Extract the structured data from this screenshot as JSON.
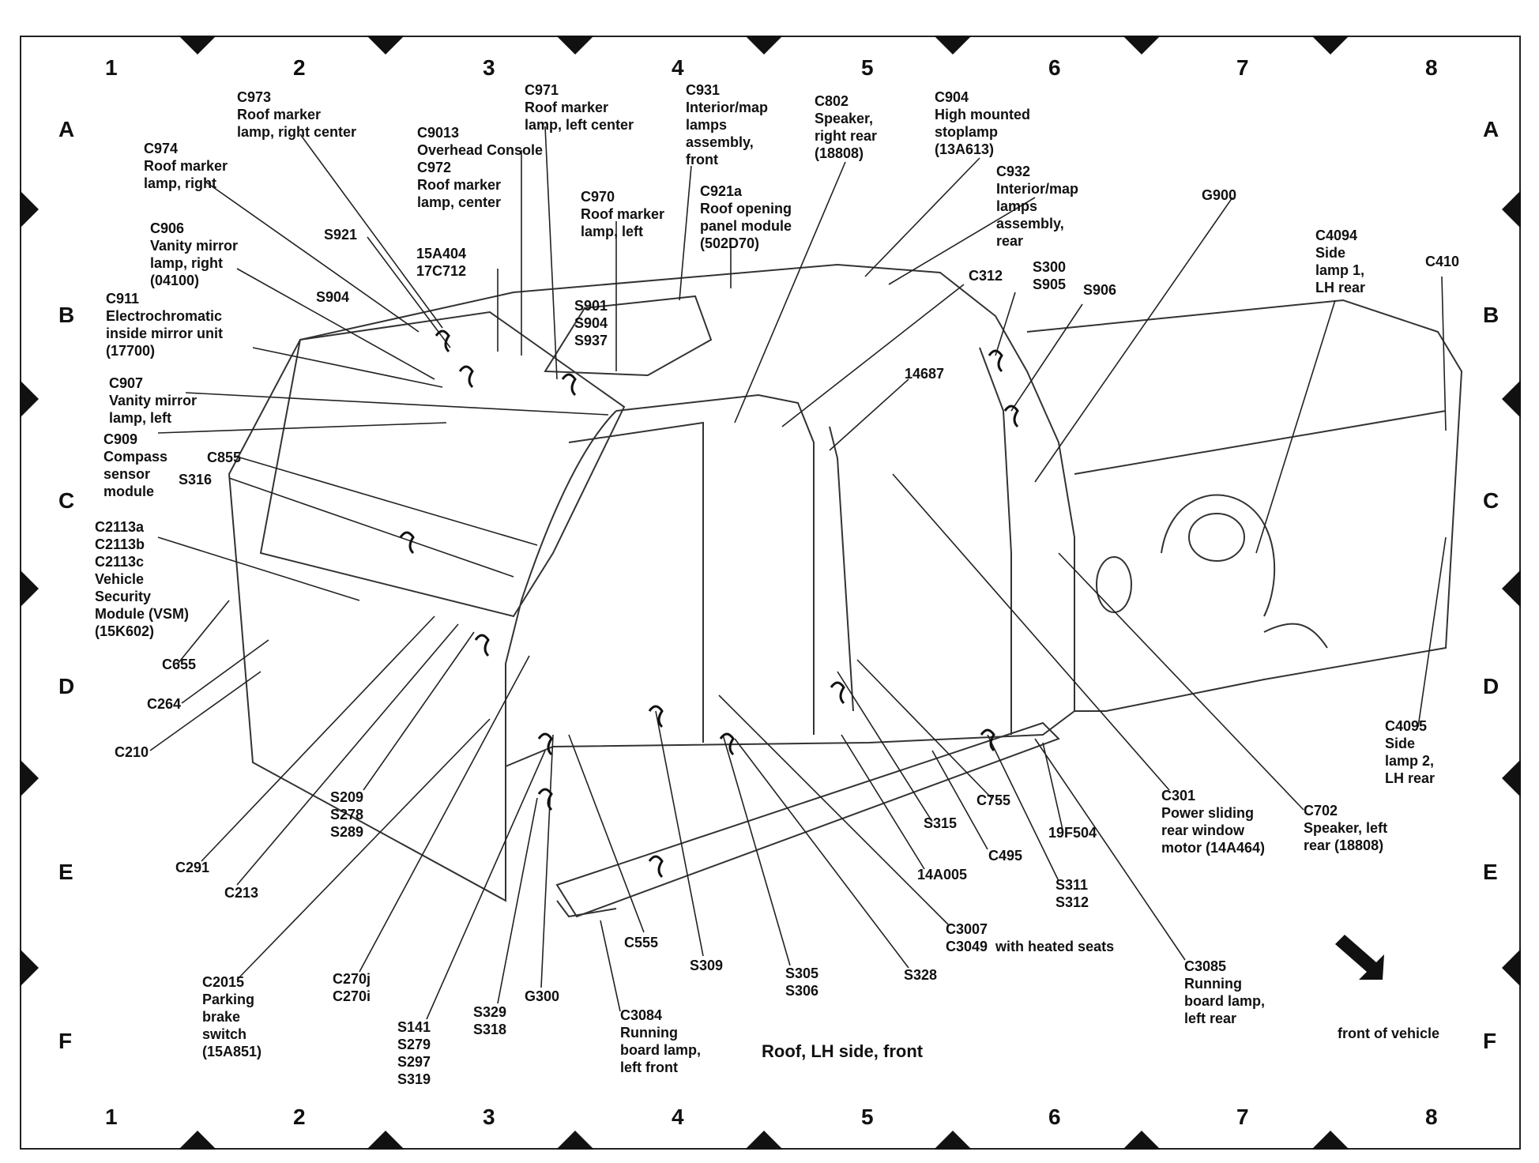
{
  "grid": {
    "columns": [
      "1",
      "2",
      "3",
      "4",
      "5",
      "6",
      "7",
      "8"
    ],
    "rows": [
      "A",
      "B",
      "C",
      "D",
      "E",
      "F"
    ]
  },
  "title": "Roof, LH side, front",
  "orientation_note": "front of vehicle",
  "callouts": [
    {
      "id": "c973",
      "text": "C973\nRoof marker\nlamp, right center"
    },
    {
      "id": "c971",
      "text": "C971\nRoof marker\nlamp, left center"
    },
    {
      "id": "c931",
      "text": "C931\nInterior/map\nlamps\nassembly,\nfront"
    },
    {
      "id": "c802",
      "text": "C802\nSpeaker,\nright rear\n(18808)"
    },
    {
      "id": "c904",
      "text": "C904\nHigh mounted\nstoplamp\n(13A613)"
    },
    {
      "id": "c974",
      "text": "C974\nRoof marker\nlamp, right"
    },
    {
      "id": "c9013",
      "text": "C9013\nOverhead Console\nC972\nRoof marker\nlamp, center"
    },
    {
      "id": "c970",
      "text": "C970\nRoof marker\nlamp, left"
    },
    {
      "id": "c921a",
      "text": "C921a\nRoof opening\npanel module\n(502D70)"
    },
    {
      "id": "c932",
      "text": "C932\nInterior/map\nlamps\nassembly,\nrear"
    },
    {
      "id": "g900",
      "text": "G900"
    },
    {
      "id": "c906",
      "text": "C906\nVanity mirror\nlamp, right\n(04100)"
    },
    {
      "id": "s921",
      "text": "S921"
    },
    {
      "id": "15a404",
      "text": "15A404\n17C712"
    },
    {
      "id": "c4094",
      "text": "C4094\nSide\nlamp 1,\nLH rear"
    },
    {
      "id": "c410",
      "text": "C410"
    },
    {
      "id": "c312",
      "text": "C312"
    },
    {
      "id": "s300",
      "text": "S300\nS905"
    },
    {
      "id": "s906",
      "text": "S906"
    },
    {
      "id": "c911",
      "text": "C911\nElectrochromatic\ninside mirror unit\n(17700)"
    },
    {
      "id": "s904a",
      "text": "S904"
    },
    {
      "id": "s901",
      "text": "S901\nS904\nS937"
    },
    {
      "id": "14687",
      "text": "14687"
    },
    {
      "id": "c907",
      "text": "C907\nVanity mirror\nlamp, left"
    },
    {
      "id": "c909",
      "text": "C909\nCompass\nsensor\nmodule"
    },
    {
      "id": "c855",
      "text": "C855"
    },
    {
      "id": "s316",
      "text": "S316"
    },
    {
      "id": "c2113",
      "text": "C2113a\nC2113b\nC2113c\nVehicle\nSecurity\nModule (VSM)\n(15K602)"
    },
    {
      "id": "c655",
      "text": "C655"
    },
    {
      "id": "c264",
      "text": "C264"
    },
    {
      "id": "c210",
      "text": "C210"
    },
    {
      "id": "c4095",
      "text": "C4095\nSide\nlamp 2,\nLH rear"
    },
    {
      "id": "s209",
      "text": "S209\nS278\nS289"
    },
    {
      "id": "c755",
      "text": "C755"
    },
    {
      "id": "s315",
      "text": "S315"
    },
    {
      "id": "19f504",
      "text": "19F504"
    },
    {
      "id": "c301",
      "text": "C301\nPower sliding\nrear window\nmotor (14A464)"
    },
    {
      "id": "c702",
      "text": "C702\nSpeaker, left\nrear (18808)"
    },
    {
      "id": "c495",
      "text": "C495"
    },
    {
      "id": "c291",
      "text": "C291"
    },
    {
      "id": "c213",
      "text": "C213"
    },
    {
      "id": "14a005",
      "text": "14A005"
    },
    {
      "id": "s311",
      "text": "S311\nS312"
    },
    {
      "id": "c3007",
      "text": "C3007\nC3049  with heated seats"
    },
    {
      "id": "c555",
      "text": "C555"
    },
    {
      "id": "s309",
      "text": "S309"
    },
    {
      "id": "s305",
      "text": "S305\nS306"
    },
    {
      "id": "s328",
      "text": "S328"
    },
    {
      "id": "c3085",
      "text": "C3085\nRunning\nboard lamp,\nleft rear"
    },
    {
      "id": "c2015",
      "text": "C2015\nParking\nbrake\nswitch\n(15A851)"
    },
    {
      "id": "c270j",
      "text": "C270j\nC270i"
    },
    {
      "id": "g300",
      "text": "G300"
    },
    {
      "id": "s329",
      "text": "S329\nS318"
    },
    {
      "id": "c3084",
      "text": "C3084\nRunning\nboard lamp,\nleft front"
    },
    {
      "id": "s141",
      "text": "S141\nS279\nS297\nS319"
    }
  ]
}
